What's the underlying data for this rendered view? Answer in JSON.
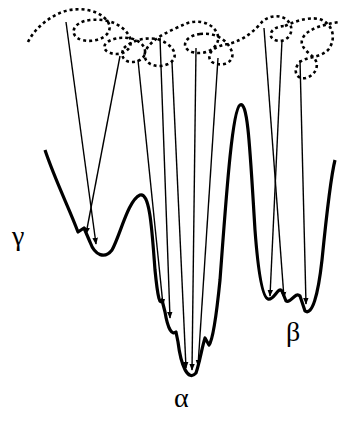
{
  "diagram": {
    "labels": [
      "γ",
      "β",
      "α"
    ]
  }
}
